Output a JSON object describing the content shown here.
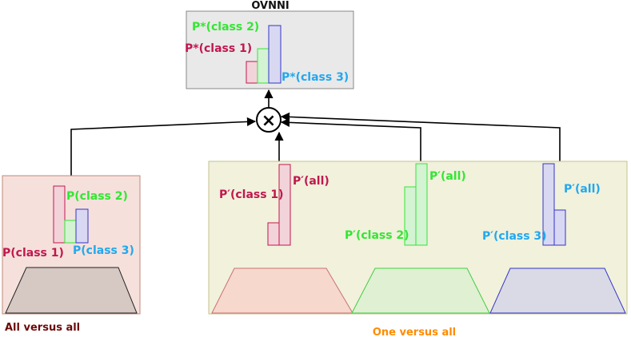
{
  "top": {
    "title": "OVNNI",
    "labels": {
      "class2": "P*(class 2)",
      "class1": "P*(class 1)",
      "class3": "P*(class 3)"
    }
  },
  "combine_symbol": "×",
  "ava": {
    "caption": "All versus all",
    "labels": {
      "class2": "P(class 2)",
      "class1": "P(class 1)",
      "class3": "P(class 3)"
    }
  },
  "ova": {
    "caption": "One versus all",
    "blocks": [
      {
        "label_class": "P′(class 1)",
        "label_all": "P′(all)"
      },
      {
        "label_class": "P′(class 2)",
        "label_all": "P′(all)"
      },
      {
        "label_class": "P′(class 3)",
        "label_all": "P′(all)"
      }
    ]
  },
  "colors": {
    "class1": "#c0184e",
    "class2": "#33e633",
    "class3": "#22a8ee",
    "ava_caption": "#6b0a0a",
    "ova_caption": "#ff8c00"
  }
}
